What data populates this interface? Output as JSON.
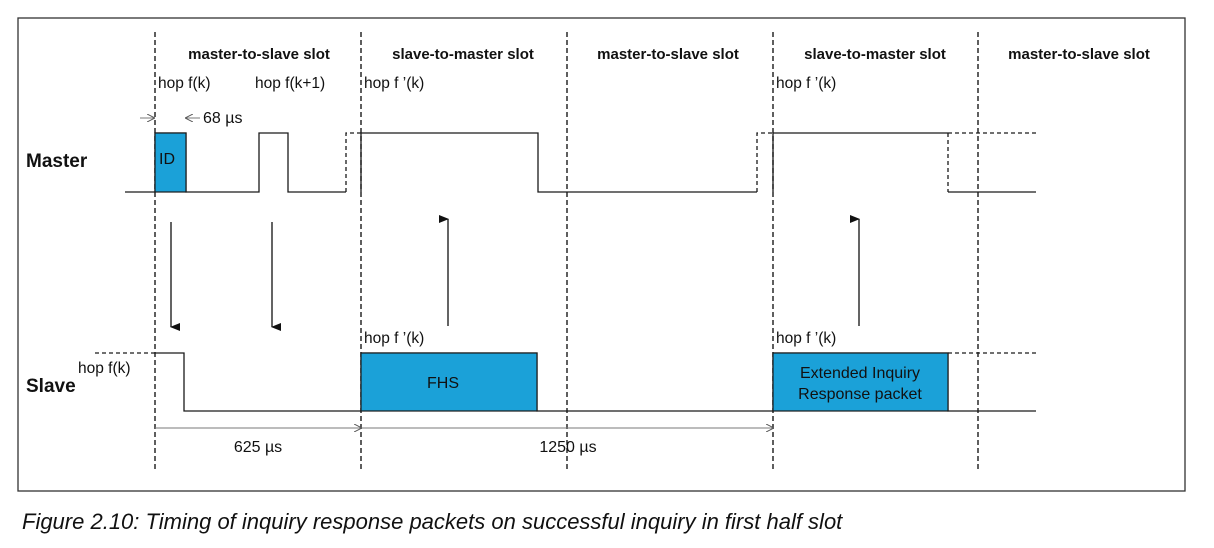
{
  "slots": [
    "master-to-slave slot",
    "slave-to-master slot",
    "master-to-slave slot",
    "slave-to-master slot",
    "master-to-slave slot"
  ],
  "hops": {
    "master_hop_fk": "hop f(k)",
    "master_hop_fk1": "hop f(k+1)",
    "master_hop_fprime_1": "hop f ’(k)",
    "master_hop_fprime_2": "hop f ’(k)",
    "slave_hop_fk": "hop f(k)",
    "slave_hop_fprime_1": "hop f ’(k)",
    "slave_hop_fprime_2": "hop f ’(k)"
  },
  "rows": {
    "master": "Master",
    "slave": "Slave"
  },
  "packets": {
    "id": "ID",
    "fhs": "FHS",
    "eir_line1": "Extended Inquiry",
    "eir_line2": "Response packet"
  },
  "measures": {
    "id_offset": "68 µs",
    "slot_625": "625 µs",
    "slot_1250": "1250 µs"
  },
  "colors": {
    "packet_fill": "#1ba1d8",
    "line": "#1a1a1a"
  },
  "caption": "Figure 2.10:  Timing of inquiry response packets on successful inquiry in first half slot"
}
